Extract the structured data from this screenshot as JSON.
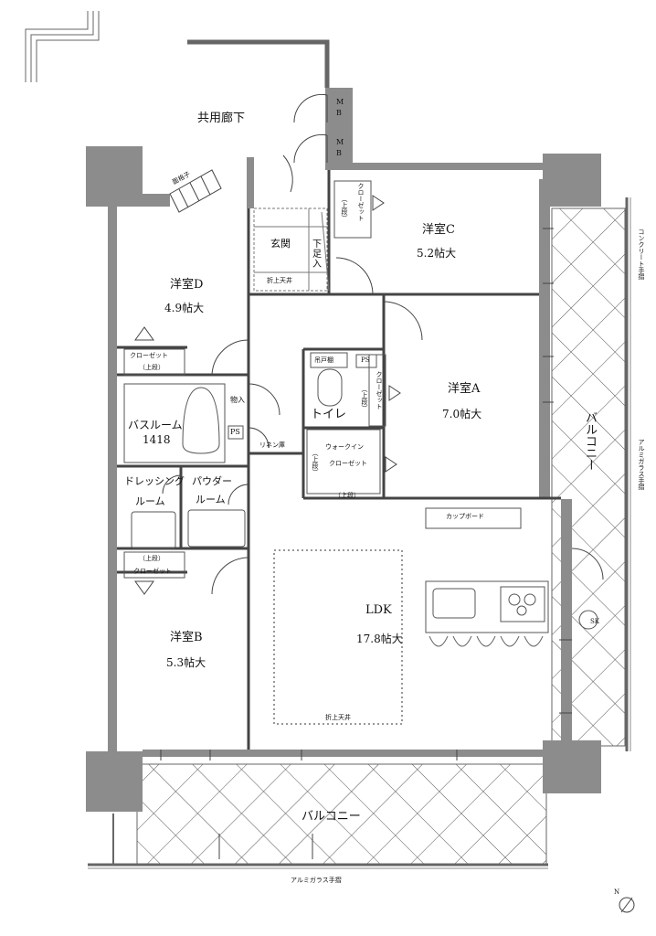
{
  "labels": {
    "common_corridor": "共用廊下",
    "mb1": "M\nB",
    "mb2": "M\nB",
    "lattice": "面格子",
    "entrance": "玄関",
    "shoe": "下\n足\n入",
    "fold_ceiling_ent": "折上天井",
    "closet_c": "クローゼット",
    "closet_c_upper": "（上段）",
    "room_c": "洋室C",
    "room_c_area": "5.2帖大",
    "room_d": "洋室D",
    "room_d_area": "4.9帖大",
    "closet_d": "クローゼット",
    "closet_d_upper": "（上段）",
    "hanging_shelf": "吊戸棚",
    "ps1": "PS",
    "ps2": "PS",
    "closet_a": "クローゼット",
    "closet_a_upper": "（上段）",
    "room_a": "洋室A",
    "room_a_area": "7.0帖大",
    "storage": "物入",
    "toilet": "トイレ",
    "bathroom": "バスルーム",
    "bath_size": "1418",
    "linen": "リネン庫",
    "wic_1": "ウォークイン",
    "wic_2": "クローゼット",
    "wic_upper1": "（上段）",
    "wic_upper2": "（上段）",
    "dressing_1": "ドレッシング",
    "dressing_2": "ルーム",
    "powder_1": "パウダー",
    "powder_2": "ルーム",
    "cupboard": "カップボード",
    "closet_b_upper": "（上段）",
    "closet_b": "クローゼット",
    "ldk": "LDK",
    "ldk_area": "17.8帖大",
    "room_b": "洋室B",
    "room_b_area": "5.3帖大",
    "fold_ceiling_ldk": "折上天井",
    "sk": "SK",
    "balcony_right": "バルコニー",
    "concrete_rail": "コンクリート手摺",
    "alu_rail_right": "アルミガラス手摺",
    "balcony_bottom": "バルコニー",
    "alu_rail_bottom": "アルミガラス手摺",
    "north": "N"
  }
}
